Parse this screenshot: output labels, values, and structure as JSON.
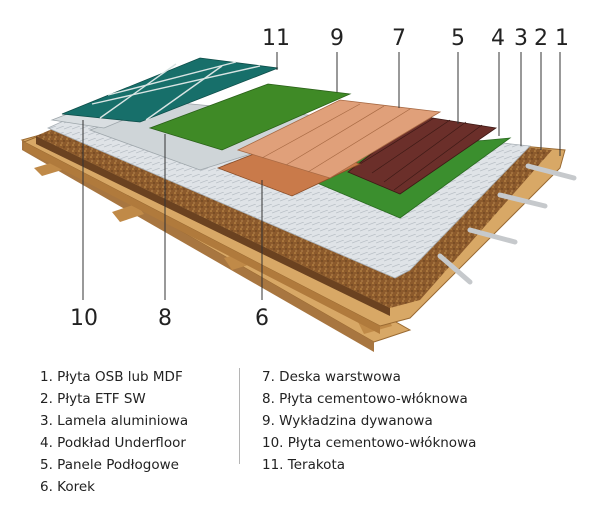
{
  "callouts": {
    "n1": "1",
    "n2": "2",
    "n3": "3",
    "n4": "4",
    "n5": "5",
    "n6": "6",
    "n7": "7",
    "n8": "8",
    "n9": "9",
    "n10": "10",
    "n11": "11"
  },
  "legend": {
    "left": [
      "1. Płyta OSB lub MDF",
      "2. Płyta ETF SW",
      "3. Lamela aluminiowa",
      "4. Podkład Underfloor",
      "5. Panele Podłogowe",
      "6. Korek"
    ],
    "right": [
      "7. Deska warstwowa",
      "8. Płyta cementowo-włóknowa",
      "9. Wykładzina dywanowa",
      "10. Płyta cementowo-włóknowa",
      "11. Terakota"
    ]
  },
  "colors": {
    "wood": "#d8a866",
    "wood_dark": "#9a6a32",
    "cork": "#8c5a2c",
    "aluminium": "#d8dde2",
    "underfloor": "#3b8f2e",
    "laminate": "#6b2f2a",
    "wood_board": "#e0a07a",
    "cement_board": "#cfd5d8",
    "carpet": "#3f8a26",
    "tile": "#176f6a",
    "pipe": "#c6c9cc"
  }
}
